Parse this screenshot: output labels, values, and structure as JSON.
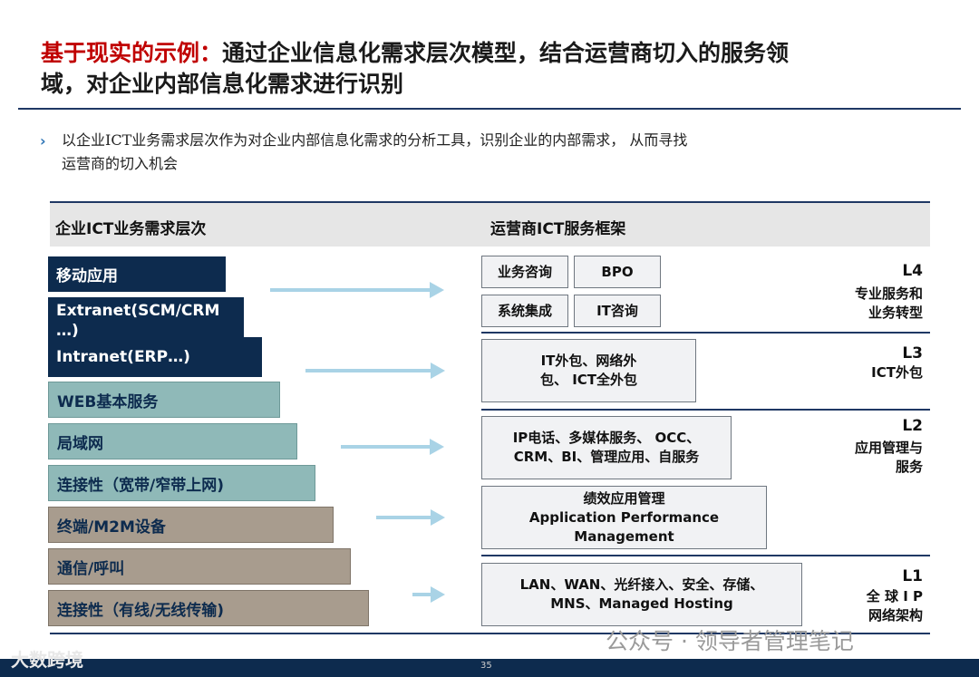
{
  "title": {
    "prefix": "基于现实的示例",
    "colon": "：",
    "rest_line1": "通过企业信息化需求层次模型，结合运营商切入的服务领",
    "line2": "域，对企业内部信息化需求进行识别"
  },
  "intro": {
    "bullet": "›",
    "line1": "以企业ICT业务需求层次作为对企业内部信息化需求的分析工具，识别企业的内部需求， 从而寻找",
    "line2": "运营商的切入机会"
  },
  "headers": {
    "left": "企业ICT业务需求层次",
    "right": "运营商ICT服务框架"
  },
  "left_layers": [
    "移动应用",
    "Extranet(SCM/CRM\n…)",
    "Intranet(ERP…)",
    "WEB基本服务",
    "局域网",
    "连接性（宽带/窄带上网)",
    "终端/M2M设备",
    "通信/呼叫",
    "连接性（有线/无线传输)"
  ],
  "services": {
    "consult": "业务咨询",
    "bpo": "BPO",
    "integration": "系统集成",
    "it_consult": "IT咨询",
    "outsourcing": "IT外包、网络外\n包、 ICT全外包",
    "apps": "IP电话、多媒体服务、  OCC、\nCRM、BI、管理应用、自服务",
    "apm": "绩效应用管理\nApplication Performance\nManagement",
    "network": "LAN、WAN、光纤接入、安全、存储、\nMNS、Managed Hosting"
  },
  "levels": [
    {
      "code": "L4",
      "desc": "专业服务和\n业务转型"
    },
    {
      "code": "L3",
      "desc": "ICT外包"
    },
    {
      "code": "L2",
      "desc": "应用管理与\n服务"
    },
    {
      "code": "L1",
      "desc": "全 球 I P\n网络架构"
    }
  ],
  "footer": {
    "page": "35",
    "watermark_left": "大数跨境",
    "watermark_right": "公众号 · 领导者管理笔记"
  },
  "colors": {
    "navy": "#0d2b4e",
    "teal": "#8fb9b8",
    "tan": "#a89c8e",
    "arrow": "#a9d3e6",
    "accent_red": "#c00000"
  }
}
